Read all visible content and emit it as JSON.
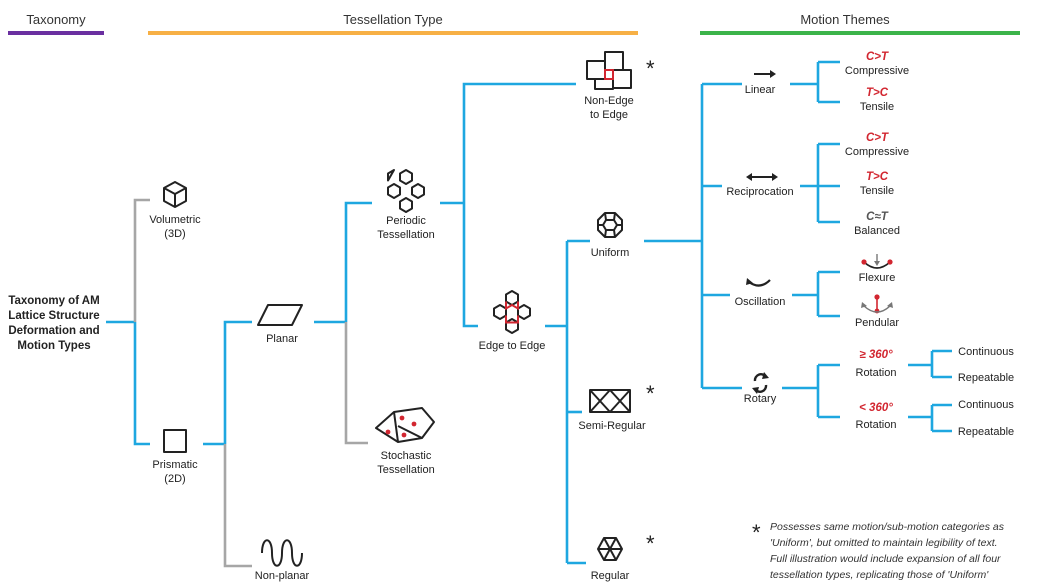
{
  "headers": {
    "taxonomy": "Taxonomy",
    "tessellation": "Tessellation Type",
    "motion": "Motion Themes",
    "colors": {
      "taxonomy": "#6a2fa0",
      "tessellation": "#f7b045",
      "motion": "#3cb44a",
      "branch": "#1ea7e0",
      "inactive": "#a6a6a6",
      "accent": "#d22630"
    }
  },
  "root": [
    "Taxonomy of AM",
    "Lattice Structure",
    "Deformation and",
    "Motion Types"
  ],
  "taxonomy": {
    "volumetric": [
      "Volumetric",
      "(3D)"
    ],
    "prismatic": [
      "Prismatic",
      "(2D)"
    ]
  },
  "surface": {
    "planar": "Planar",
    "nonplanar": "Non-planar"
  },
  "tessellation": {
    "periodic": [
      "Periodic",
      "Tessellation"
    ],
    "stochastic": [
      "Stochastic",
      "Tessellation"
    ],
    "non_edge": [
      "Non-Edge",
      "to Edge"
    ],
    "edge": "Edge to Edge",
    "uniform": "Uniform",
    "semi_regular": "Semi-Regular",
    "regular": "Regular",
    "asterisk": "*"
  },
  "motions": {
    "linear": "Linear",
    "reciprocation": "Reciprocation",
    "oscillation": "Oscillation",
    "rotary": "Rotary"
  },
  "submotions": {
    "linear_compressive": {
      "cond": "C>T",
      "label": "Compressive"
    },
    "linear_tensile": {
      "cond": "T>C",
      "label": "Tensile"
    },
    "recip_compressive": {
      "cond": "C>T",
      "label": "Compressive"
    },
    "recip_tensile": {
      "cond": "T>C",
      "label": "Tensile"
    },
    "recip_balanced": {
      "cond": "C≈T",
      "label": "Balanced"
    },
    "flexure": "Flexure",
    "pendular": "Pendular",
    "rot_full": {
      "cond": "≥ 360°",
      "label": "Rotation",
      "continuous": "Continuous",
      "repeatable": "Repeatable"
    },
    "rot_partial": {
      "cond": "< 360°",
      "label": "Rotation",
      "continuous": "Continuous",
      "repeatable": "Repeatable"
    }
  },
  "footnote": {
    "star": "*",
    "lines": [
      "Possesses same motion/sub-motion categories as",
      "'Uniform', but omitted to maintain legibility of text.",
      "Full illustration would include expansion of all four",
      "tessellation types, replicating those of 'Uniform'"
    ]
  }
}
